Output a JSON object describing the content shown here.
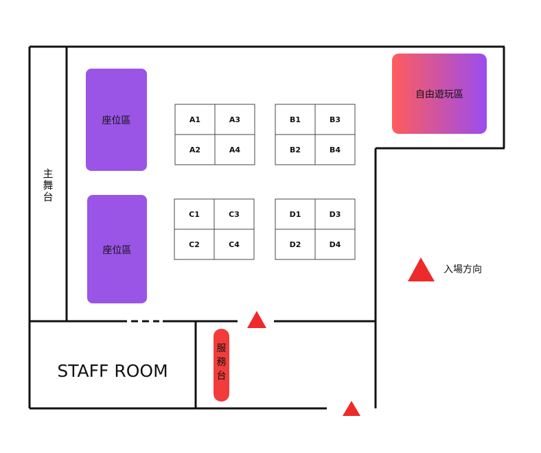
{
  "colors": {
    "wall": "#111111",
    "seating": "#9a55e6",
    "play_left": "#ff5c5c",
    "play_right": "#9a4cf0",
    "service": "#f23c3c",
    "arrow": "#ee2a2a"
  },
  "stage_label": "主舞台",
  "seating_area_label": "座位區",
  "play_area_label": "自由遊玩區",
  "staff_room_label": "STAFF ROOM",
  "service_desk_label": "服務台",
  "entrance_label": "入場方向",
  "tables": [
    {
      "cells": [
        "A1",
        "A3",
        "A2",
        "A4"
      ]
    },
    {
      "cells": [
        "B1",
        "B3",
        "B2",
        "B4"
      ]
    },
    {
      "cells": [
        "C1",
        "C3",
        "C2",
        "C4"
      ]
    },
    {
      "cells": [
        "D1",
        "D3",
        "D2",
        "D4"
      ]
    }
  ]
}
